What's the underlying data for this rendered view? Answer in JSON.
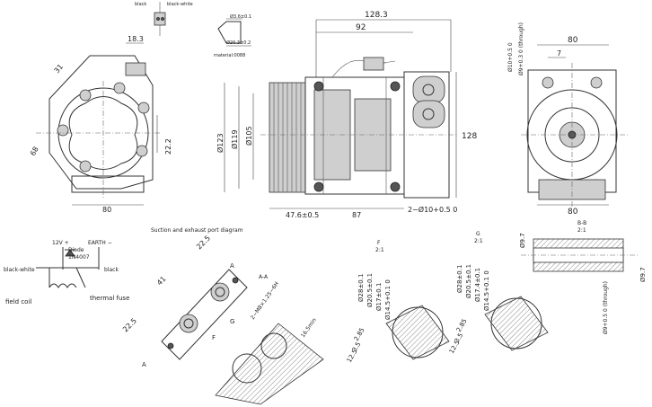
{
  "top_wire": {
    "label_left": "black",
    "label_right": "black-white"
  },
  "port_detail": {
    "dim_outer": "Ø3.6±0.1",
    "dim_inner": "Ø20.3±0.2",
    "material": "material:0088"
  },
  "left_view": {
    "dim_top": "18.3",
    "dim_angle": "31",
    "dim_left": "68",
    "dim_right": "22.2",
    "dim_bottom": "80"
  },
  "side_view": {
    "dim_overall": "128.3",
    "dim_mid": "92",
    "dim_height": "128",
    "dia_123": "Ø123",
    "dia_119": "Ø119",
    "dia_105": "Ø105",
    "dim_pulley": "47.6±0.5",
    "dim_body": "87",
    "dim_holes": "2−Ø10+0.5 0"
  },
  "right_view": {
    "dim_top": "80",
    "dim_7": "7",
    "dim_hole_a": "Ø10+0.5 0",
    "dim_hole_b": "Ø9+0.3 0 (through)",
    "dim_bottom": "80"
  },
  "circuit": {
    "v12": "12V +",
    "earth": "EARTH −",
    "diode": "Diode",
    "diode_part": "1N4007",
    "bw": "black-white",
    "black": "black",
    "field_coil": "field coil",
    "thermal_fuse": "thermal fuse"
  },
  "port_diagram": {
    "title": "Suction and exhaust port diagram",
    "dim_a": "22.5",
    "dim_b": "41",
    "dim_c": "22.5",
    "section": "A",
    "section_label": "A-A"
  },
  "section_aa": {
    "thread": "2−M8×1.25−6H",
    "depth": "16.5min",
    "g": "G",
    "f": "F"
  },
  "detail_f": {
    "title": "F",
    "scale": "2:1",
    "d1": "Ø28±0.1",
    "d2": "Ø20.5±0.1",
    "d3": "Ø17±0.1",
    "d4": "Ø14.5+0.1 0",
    "h1": "2.85",
    "h2": "3.5",
    "h3": "12.5"
  },
  "detail_g": {
    "title": "G",
    "scale": "2:1",
    "d1": "Ø28±0.1",
    "d2": "Ø20.5±0.1",
    "d3": "Ø17.4±0.1",
    "d4": "Ø14.5+0.1 0",
    "h1": "2.85",
    "h2": "3.5",
    "h3": "12.5"
  },
  "detail_bb": {
    "title": "B-B",
    "scale": "2:1",
    "d_top": "Ø9.7",
    "d_right": "Ø9.7",
    "d_through": "Ø9+0.5 0 (through)"
  }
}
